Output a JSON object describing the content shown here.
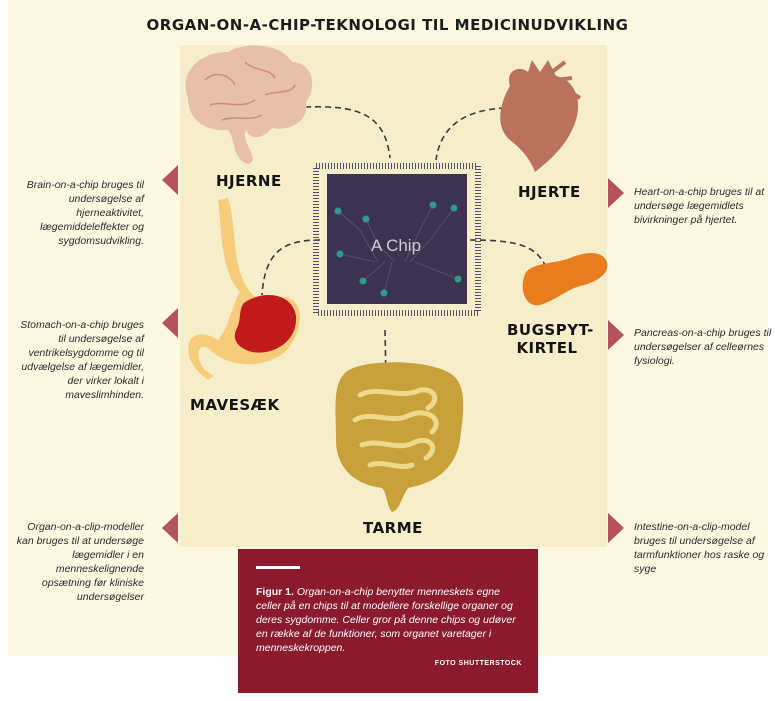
{
  "title": "ORGAN-ON-A-CHIP-TEKNOLOGI TIL MEDICINUDVIKLING",
  "chip": {
    "label": "A Chip"
  },
  "organs": {
    "brain": {
      "label": "HJERNE",
      "description": "Brain-on-a-chip bruges til undersøgelse af hjerneaktivitet, lægemiddeleffekter og sygdomsudvikling."
    },
    "heart": {
      "label": "HJERTE",
      "description": "Heart-on-a-chip bruges til at undersøge lægemidlets bivirkninger på hjertet."
    },
    "stomach": {
      "label": "MAVESÆK",
      "description": "Stomach-on-a-chip bruges til undersøgelse af ventrikelsygdomme og til udvælgelse af lægemidler, der virker lokalt i maveslimhinden."
    },
    "pancreas": {
      "label_line1": "BUGSPYT-",
      "label_line2": "KIRTEL",
      "description": "Pancreas-on-a-chip bruges til undersøgelser af celleørnes fysiologi."
    },
    "intestine": {
      "label": "TARME",
      "description": "Intestine-on-a-clip-model bruges til undersøgelse af tarmfunktioner hos raske og syge"
    }
  },
  "general_note": "Organ-on-a-clip-modeller kan bruges til at undersøge lægemidler i en menneskelignende opsætning før kliniske undersøgelser",
  "caption": {
    "figure_label": "Figur 1.",
    "text": "Organ-on-a-chip benytter menneskets egne celler på en chips til at modellere forskellige organer og deres sygdomme. Celler gror på denne chips og udøver en række af de funktioner, som organet varetager i menneskekroppen.",
    "credit": "FOTO SHUTTERSTOCK"
  },
  "colors": {
    "background": "#fdf8e2",
    "inner_panel": "#f6eecb",
    "chip": "#3b3350",
    "chip_dots": "#2e9a8c",
    "brain": "#e8bfa9",
    "heart": "#b9735c",
    "stomach_outer": "#f6cc7a",
    "stomach_inner": "#c11a1c",
    "pancreas": "#e87d1e",
    "intestine": "#c9a13a",
    "accent_triangles": "#b5535b",
    "caption_box": "#8b1a2e"
  }
}
